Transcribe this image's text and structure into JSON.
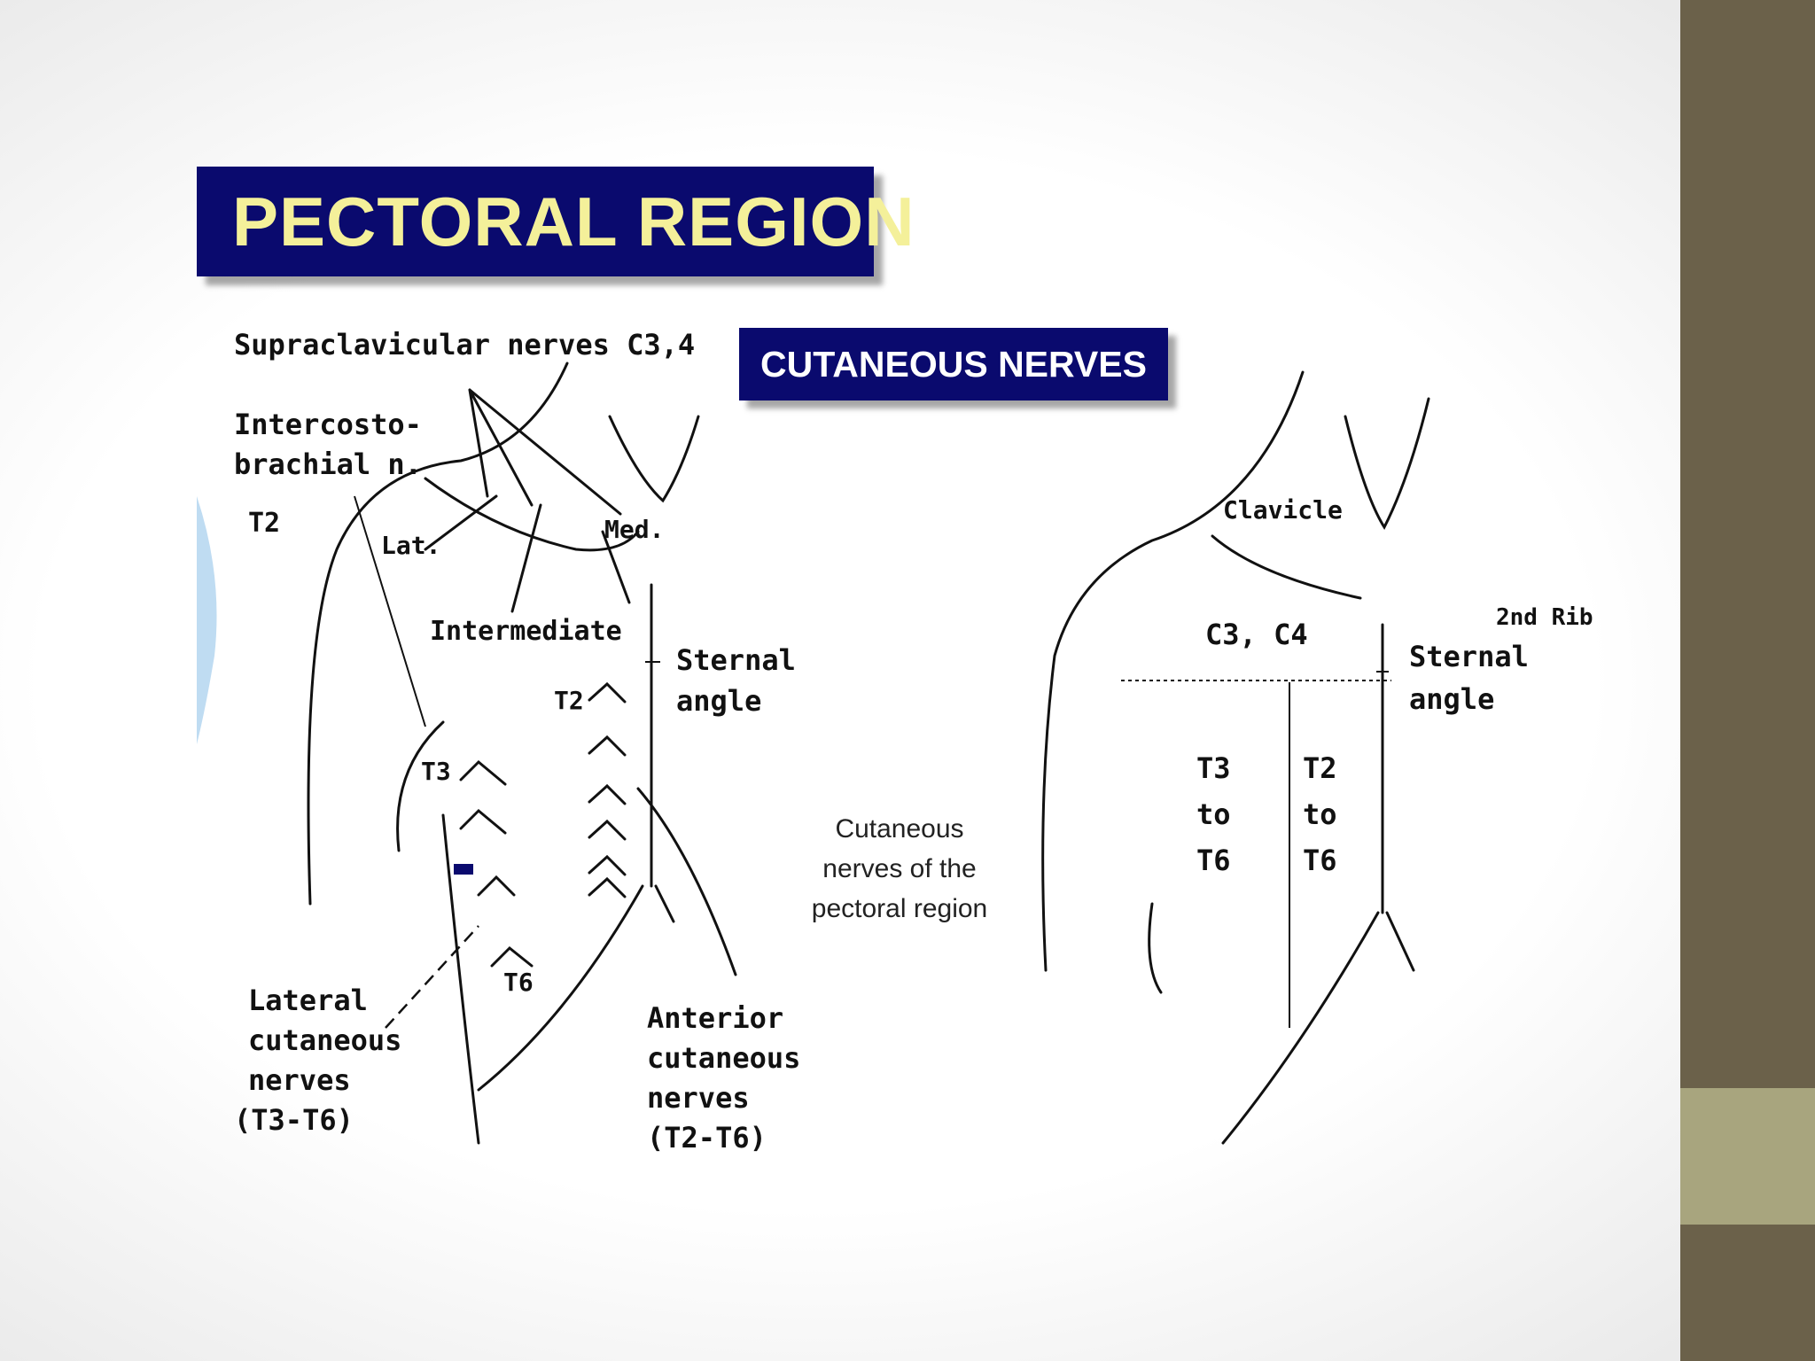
{
  "slide": {
    "title": "PECTORAL REGION",
    "subtitle": "CUTANEOUS NERVES",
    "colors": {
      "banner": "#0a0a6e",
      "title_text": "#f4f09a",
      "side_bar": "#6b614a",
      "side_accent": "#a8a57e"
    }
  },
  "left_figure": {
    "supraclavicular": "Supraclavicular nerves C3,4",
    "intercosto_1": "Intercosto-",
    "intercosto_2": "brachial n.",
    "t2": "T2",
    "lat": "Lat.",
    "med": "Med.",
    "intermediate": "Intermediate",
    "sternal_1": "Sternal",
    "sternal_2": "angle",
    "t2b": "T2",
    "t3": "T3",
    "t6": "T6",
    "lateral_1": "Lateral",
    "lateral_2": "cutaneous",
    "lateral_3": "nerves",
    "lateral_4": "(T3-T6)",
    "anterior_1": "Anterior",
    "anterior_2": "cutaneous",
    "anterior_3": "nerves",
    "anterior_4": "(T2-T6)"
  },
  "caption": {
    "line1": "Cutaneous",
    "line2": "nerves of the",
    "line3": "pectoral region"
  },
  "right_figure": {
    "clavicle": "Clavicle",
    "rib": "2nd Rib",
    "c3c4": "C3, C4",
    "sternal_1": "Sternal",
    "sternal_2": "angle",
    "t3": "T3",
    "to1": "to",
    "t6a": "T6",
    "t2": "T2",
    "to2": "to",
    "t6b": "T6"
  }
}
